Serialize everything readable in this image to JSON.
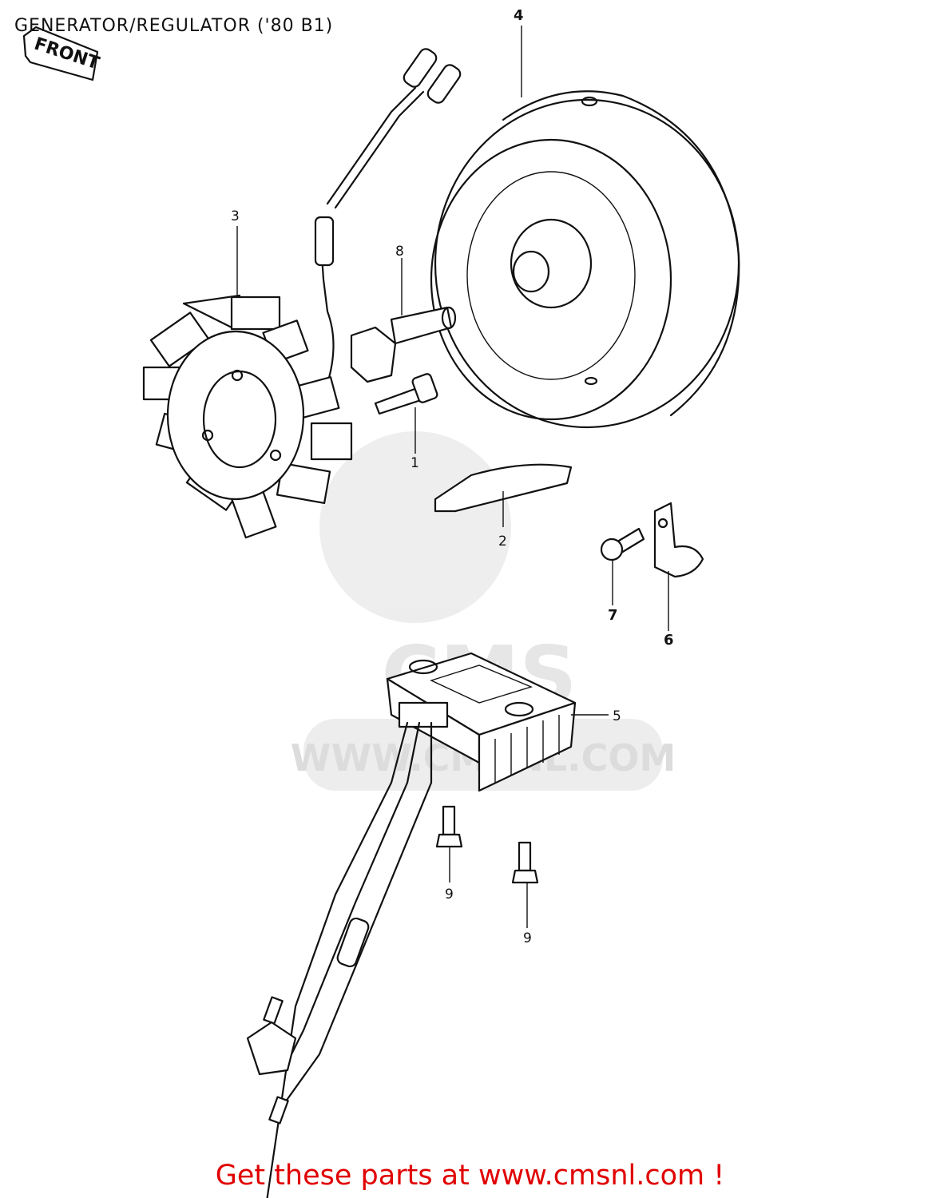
{
  "title": "GENERATOR/REGULATOR ('80 B1)",
  "front_label": "FRONT",
  "watermark": "CMS WWW.CMSNL.COM",
  "callouts": [
    {
      "id": "1",
      "label": "1"
    },
    {
      "id": "2",
      "label": "2"
    },
    {
      "id": "3",
      "label": "3"
    },
    {
      "id": "4",
      "label": "4"
    },
    {
      "id": "5",
      "label": "5"
    },
    {
      "id": "6",
      "label": "6"
    },
    {
      "id": "7",
      "label": "7"
    },
    {
      "id": "8",
      "label": "8"
    },
    {
      "id": "9a",
      "label": "9"
    },
    {
      "id": "9b",
      "label": "9"
    }
  ],
  "footer": "Get these parts at www.cmsnl.com !",
  "colors": {
    "footer_text": "#e00000",
    "line": "#111111",
    "watermark": "#e6e6e6"
  }
}
